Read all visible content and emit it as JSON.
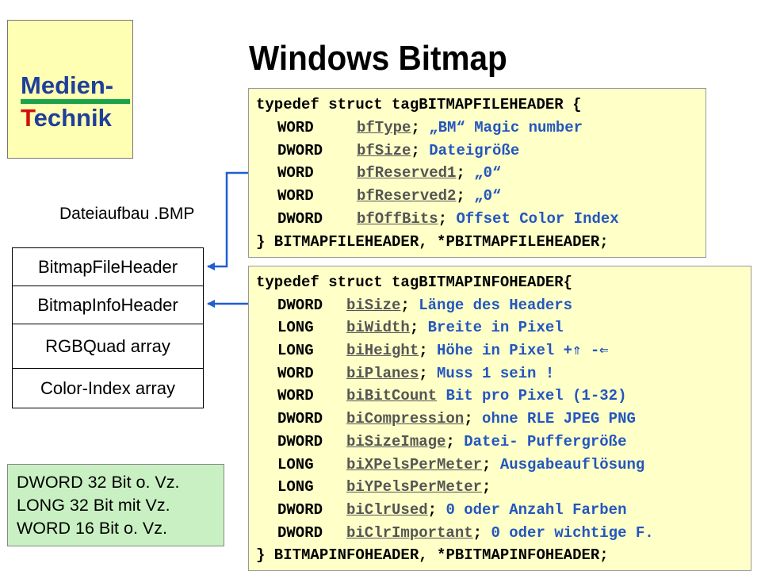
{
  "logo": {
    "line1": "Medien-",
    "line2_first": "T",
    "line2_rest": "echnik"
  },
  "title": "Windows Bitmap",
  "subtitle": "Dateiaufbau .BMP",
  "file_layout": [
    "BitmapFileHeader",
    "BitmapInfoHeader",
    "RGBQuad array",
    "Color-Index array"
  ],
  "file_header": {
    "open": "typedef struct tagBITMAPFILEHEADER {",
    "fields": [
      {
        "type": "WORD",
        "name": "bfType",
        "sep": "; ",
        "comment": "„BM“ Magic number"
      },
      {
        "type": "DWORD",
        "name": "bfSize",
        "sep": "; ",
        "comment": "Dateigröße"
      },
      {
        "type": "WORD",
        "name": "bfReserved1",
        "sep": "; ",
        "comment": "„0“"
      },
      {
        "type": "WORD",
        "name": "bfReserved2",
        "sep": "; ",
        "comment": "„0“"
      },
      {
        "type": "DWORD",
        "name": "bfOffBits",
        "sep": "; ",
        "comment": "Offset Color Index"
      }
    ],
    "close": "} BITMAPFILEHEADER, *PBITMAPFILEHEADER;"
  },
  "info_header": {
    "open": "typedef struct tagBITMAPINFOHEADER{",
    "fields": [
      {
        "type": "DWORD",
        "name": "biSize",
        "sep": "; ",
        "comment": "Länge des Headers"
      },
      {
        "type": "LONG",
        "name": "biWidth",
        "sep": "; ",
        "comment": "Breite in Pixel"
      },
      {
        "type": "LONG",
        "name": "biHeight",
        "sep": "; ",
        "comment": "Höhe in Pixel +⇑ -⇐"
      },
      {
        "type": "WORD",
        "name": "biPlanes",
        "sep": "; ",
        "comment": "Muss 1 sein !"
      },
      {
        "type": "WORD",
        "name": "biBitCount",
        "sep": " ",
        "comment": "Bit pro Pixel (1-32)"
      },
      {
        "type": "DWORD",
        "name": "biCompression",
        "sep": "; ",
        "comment": "ohne RLE JPEG PNG"
      },
      {
        "type": "DWORD",
        "name": "biSizeImage",
        "sep": "; ",
        "comment": "Datei- Puffergröße"
      },
      {
        "type": "LONG",
        "name": "biXPelsPerMeter",
        "sep": "; ",
        "comment": "Ausgabeauflösung"
      },
      {
        "type": "LONG",
        "name": "biYPelsPerMeter",
        "sep": ";",
        "comment": ""
      },
      {
        "type": "DWORD",
        "name": "biClrUsed",
        "sep": "; ",
        "comment": "0 oder Anzahl Farben"
      },
      {
        "type": "DWORD",
        "name": "biClrImportant",
        "sep": "; ",
        "comment": "0 oder wichtige F."
      }
    ],
    "close": "} BITMAPINFOHEADER, *PBITMAPINFOHEADER;"
  },
  "legend": [
    "DWORD 32 Bit o. Vz.",
    "LONG 32 Bit mit Vz.",
    "WORD 16 Bit o. Vz."
  ],
  "colors": {
    "comment": "#2356c0",
    "code_bg": "#ffffc8",
    "legend_bg": "#c9f0c2",
    "logo_bg": "#ffffb3",
    "arrow": "#1f5fd0"
  }
}
